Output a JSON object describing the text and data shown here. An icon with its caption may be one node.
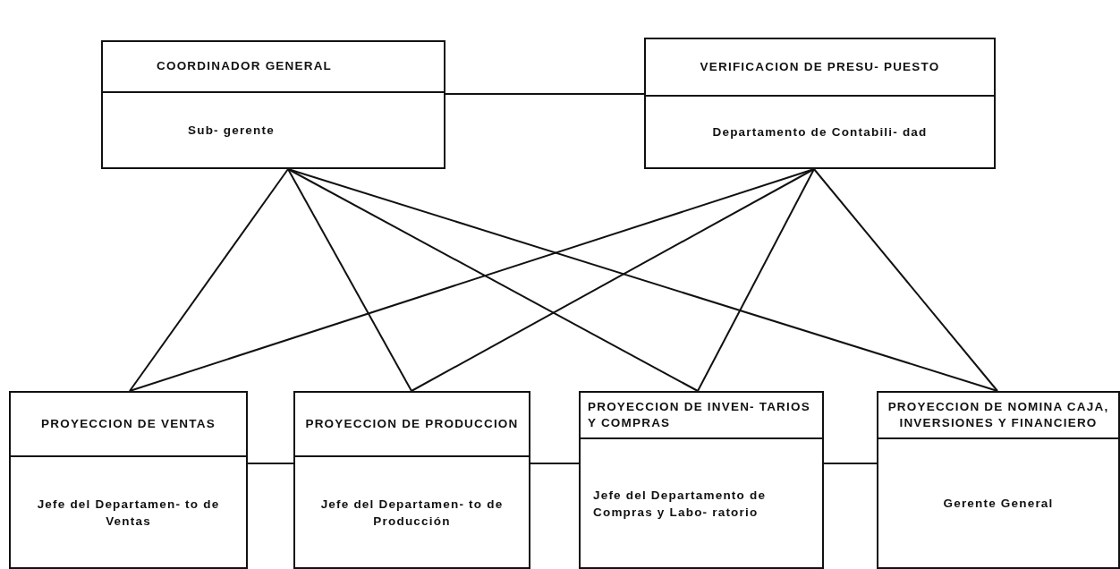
{
  "diagram": {
    "nodes": [
      {
        "text": [
          "COORDINADOR GENERAL",
          "Sub- gerente"
        ]
      },
      {
        "text": [
          "VERIFICACION DE PRESU- PUESTO",
          "Departamento de Contabili- dad"
        ]
      },
      {
        "text": [
          "PROYECCION DE VENTAS",
          "Jefe del Departamen- to de Ventas"
        ]
      },
      {
        "text": [
          "PROYECCION DE PRODUCCION",
          "Jefe del Departamen- to de Producción"
        ]
      },
      {
        "text": [
          "PROYECCION DE INVEN- TARIOS Y COMPRAS",
          "Jefe del Departamento de Compras y Labo- ratorio"
        ]
      },
      {
        "text": [
          "PROYECCION DE NOMINA CAJA, INVERSIONES Y FINANCIERO",
          "Gerente General"
        ]
      }
    ],
    "edges": [
      {
        "from": 0,
        "to": 1,
        "arrow": "none"
      },
      {
        "from": 0,
        "to": 2,
        "arrow": "none"
      },
      {
        "from": 0,
        "to": 3,
        "arrow": "none"
      },
      {
        "from": 0,
        "to": 4,
        "arrow": "none"
      },
      {
        "from": 0,
        "to": 5,
        "arrow": "none"
      },
      {
        "from": 1,
        "to": 2,
        "arrow": "none"
      },
      {
        "from": 1,
        "to": 3,
        "arrow": "none"
      },
      {
        "from": 1,
        "to": 4,
        "arrow": "none"
      },
      {
        "from": 1,
        "to": 5,
        "arrow": "none"
      },
      {
        "from": 2,
        "to": 3,
        "arrow": "none"
      },
      {
        "from": 3,
        "to": 4,
        "arrow": "none"
      },
      {
        "from": 4,
        "to": 5,
        "arrow": "none"
      }
    ]
  }
}
